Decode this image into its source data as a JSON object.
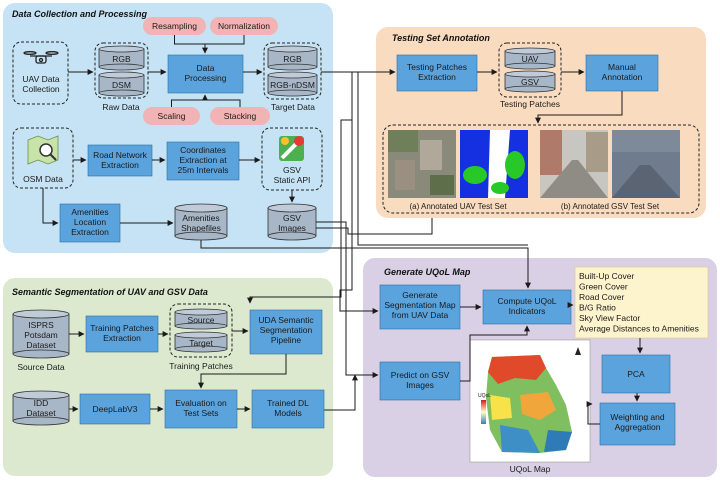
{
  "panels": {
    "collection": "Data Collection and Processing",
    "testing": "Testing Set Annotation",
    "segmentation": "Semantic Segmentation of UAV and GSV Data",
    "uqol": "Generate UQoL Map"
  },
  "collection": {
    "uav_collection": [
      "UAV Data",
      "Collection"
    ],
    "rgb": "RGB",
    "dsm": "DSM",
    "raw_data": "Raw Data",
    "resampling": "Resampling",
    "normalization": "Normalization",
    "processing": [
      "Data",
      "Processing"
    ],
    "scaling": "Scaling",
    "stacking": "Stacking",
    "target_rgb": "RGB",
    "target_ndsm": "RGB-nDSM",
    "target_data": "Target Data",
    "osm_data": "OSM Data",
    "road_extraction": [
      "Road Network",
      "Extraction"
    ],
    "coord_extraction": [
      "Coordinates",
      "Extraction at",
      "25m Intervals"
    ],
    "gsv_api": [
      "GSV",
      "Static API"
    ],
    "amenities_extraction": [
      "Amenities",
      "Location",
      "Extraction"
    ],
    "amenities_shapefiles": [
      "Amenities",
      "Shapefiles"
    ],
    "gsv_images": [
      "GSV",
      "Images"
    ]
  },
  "testing": {
    "patches_extraction": [
      "Testing Patches",
      "Extraction"
    ],
    "uav": "UAV",
    "gsv": "GSV",
    "testing_patches": "Testing Patches",
    "manual_annotation": [
      "Manual",
      "Annotation"
    ],
    "uav_test_set": "(a) Annotated UAV Test Set",
    "gsv_test_set": "(b) Annotated GSV Test Set"
  },
  "segmentation": {
    "isprs": [
      "ISPRS",
      "Potsdam",
      "Dataset"
    ],
    "source_data": "Source Data",
    "training_extraction": [
      "Training Patches",
      "Extraction"
    ],
    "source": "Source",
    "target": "Target",
    "training_patches": "Training Patches",
    "uda": [
      "UDA Semantic",
      "Segmentation",
      "Pipeline"
    ],
    "idd": [
      "IDD",
      "Dataset"
    ],
    "deeplab": "DeepLabV3",
    "evaluation": [
      "Evaluation on",
      "Test Sets"
    ],
    "trained_models": [
      "Trained DL",
      "Models"
    ]
  },
  "uqol": {
    "generate_map": [
      "Generate",
      "Segmentation Map",
      "from UAV Data"
    ],
    "compute_indicators": [
      "Compute UQoL",
      "Indicators"
    ],
    "indicators": [
      "Built-Up Cover",
      "Green Cover",
      "Road Cover",
      "B/G Ratio",
      "Sky View Factor",
      "Average Distances to Amenities"
    ],
    "predict_gsv": [
      "Predict on GSV",
      "Images"
    ],
    "pca": "PCA",
    "weighting": [
      "Weighting and",
      "Aggregation"
    ],
    "map_caption": "UQoL Map",
    "map_legend": "UQoL"
  },
  "colors": {
    "collection_bg": "#c5e3f4",
    "testing_bg": "#f9dcc0",
    "segmentation_bg": "#dde9cf",
    "uqol_bg": "#d9d0e6",
    "process_box": "#5ba3dd",
    "pink_pill": "#f2b3b4",
    "cylinder": "#a8b7c7",
    "indicator_box": "#fdf3cc"
  }
}
